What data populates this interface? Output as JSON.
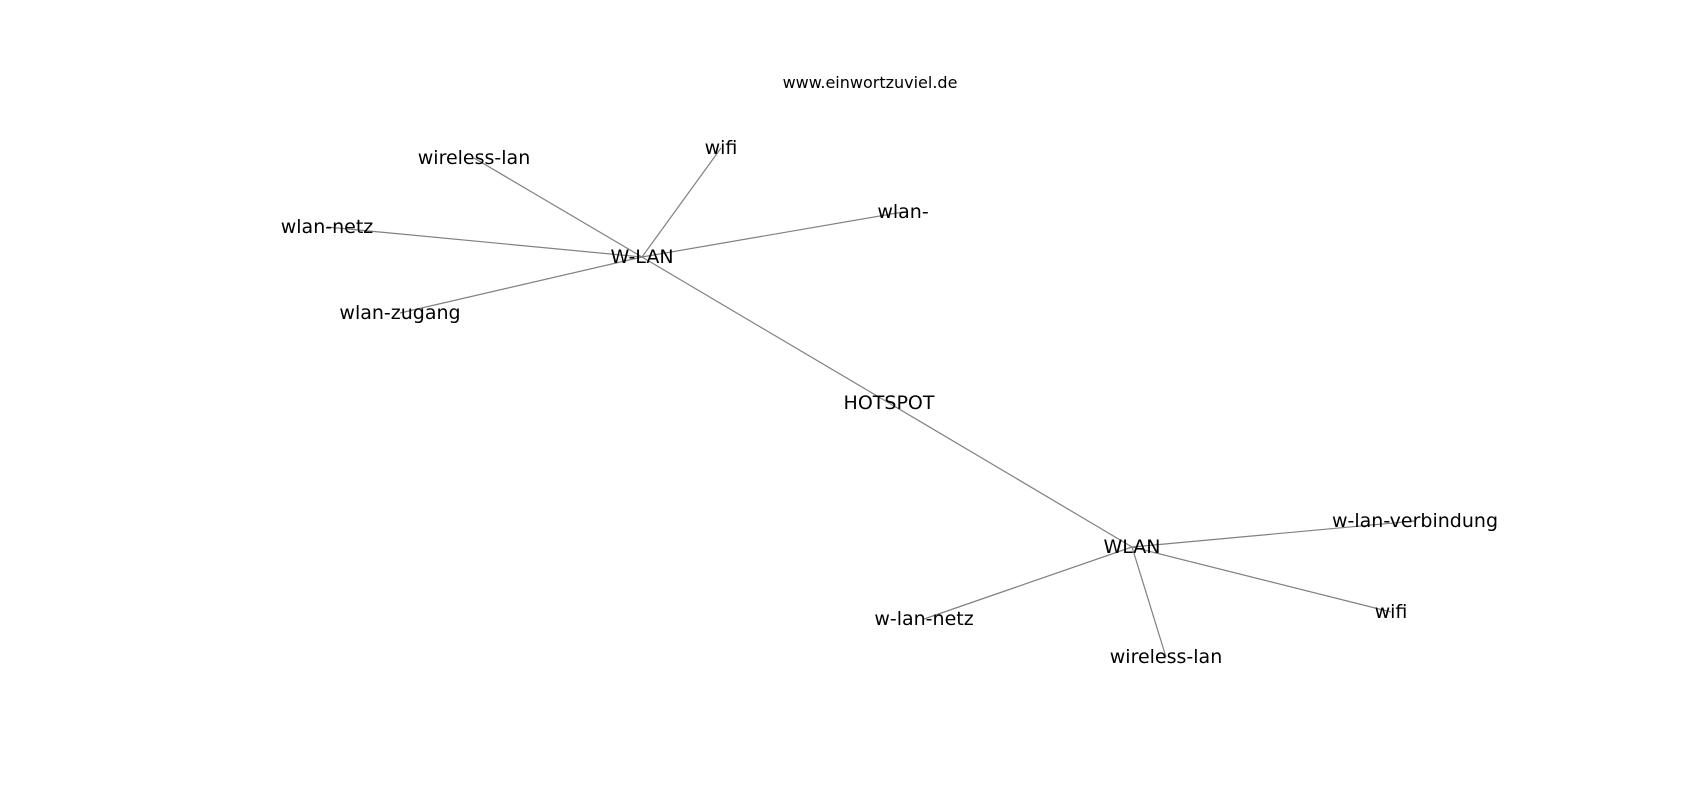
{
  "source": "www.einwortzuviel.de",
  "graph": {
    "edge_color": "#808080",
    "nodes": [
      {
        "id": "hotspot",
        "label": "HOTSPOT"
      },
      {
        "id": "w-lan",
        "label": "W-LAN"
      },
      {
        "id": "wlan",
        "label": "WLAN"
      },
      {
        "id": "w-lan-wireless-lan",
        "label": "wireless-lan"
      },
      {
        "id": "w-lan-wifi",
        "label": "wifi"
      },
      {
        "id": "w-lan-wlan-netz",
        "label": "wlan-netz"
      },
      {
        "id": "w-lan-wlan-",
        "label": "wlan-"
      },
      {
        "id": "w-lan-wlan-zugang",
        "label": "wlan-zugang"
      },
      {
        "id": "wlan-w-lan-verbindung",
        "label": "w-lan-verbindung"
      },
      {
        "id": "wlan-wifi",
        "label": "wifi"
      },
      {
        "id": "wlan-w-lan-netz",
        "label": "w-lan-netz"
      },
      {
        "id": "wlan-wireless-lan",
        "label": "wireless-lan"
      }
    ],
    "edges": [
      [
        "hotspot",
        "w-lan"
      ],
      [
        "hotspot",
        "wlan"
      ],
      [
        "w-lan",
        "w-lan-wireless-lan"
      ],
      [
        "w-lan",
        "w-lan-wifi"
      ],
      [
        "w-lan",
        "w-lan-wlan-netz"
      ],
      [
        "w-lan",
        "w-lan-wlan-"
      ],
      [
        "w-lan",
        "w-lan-wlan-zugang"
      ],
      [
        "wlan",
        "wlan-w-lan-verbindung"
      ],
      [
        "wlan",
        "wlan-wifi"
      ],
      [
        "wlan",
        "wlan-w-lan-netz"
      ],
      [
        "wlan",
        "wlan-wireless-lan"
      ]
    ]
  }
}
